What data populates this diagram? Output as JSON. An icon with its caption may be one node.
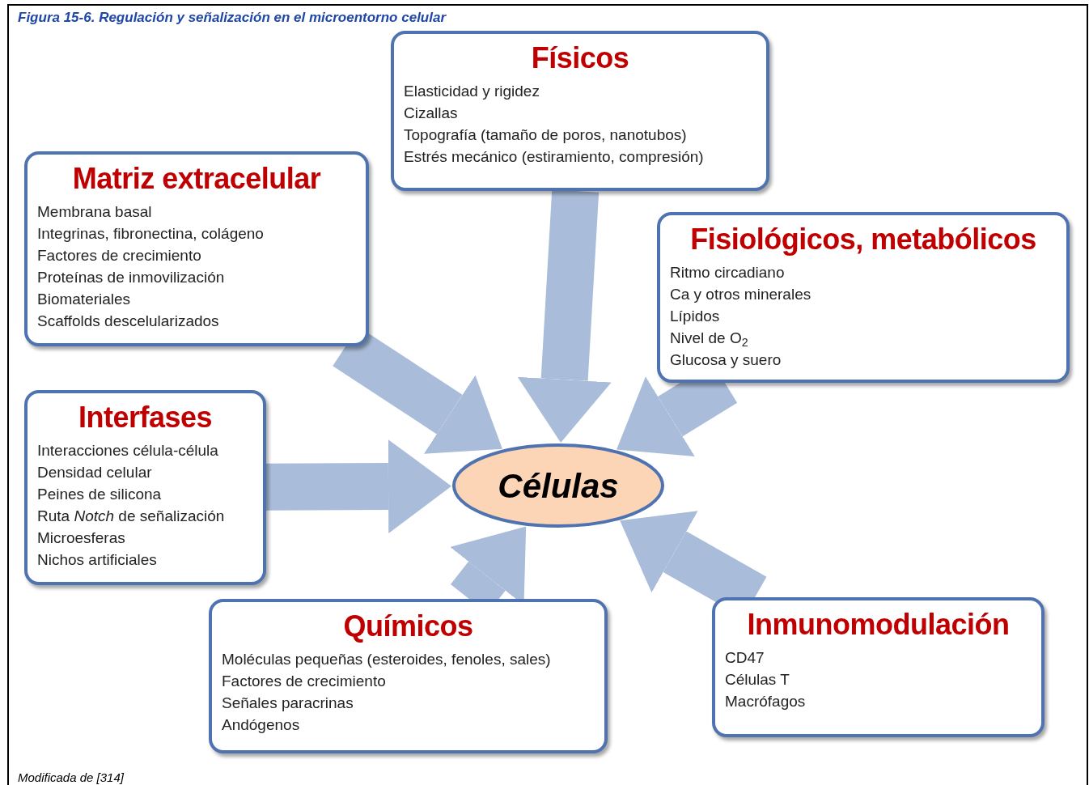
{
  "diagram": {
    "title": "Figura 15-6. Regulación y señalización en el microentorno celular",
    "caption": "Modificada de [314]",
    "nodes": [
      {
        "text": [
          "Físicos",
          "Elasticidad y rigidez",
          "Cizallas",
          "Topografía (tamaño de poros, nanotubos)",
          "Estrés mecánico (estiramiento, compresión)"
        ]
      },
      {
        "text": [
          "Matriz extracelular",
          "Membrana basal",
          "Integrinas, fibronectina, colágeno",
          "Factores de crecimiento",
          "Proteínas de inmovilización",
          "Biomateriales",
          "Scaffolds descelularizados"
        ]
      },
      {
        "text": [
          "Fisiológicos, metabólicos",
          "Ritmo circadiano",
          "Ca y otros minerales",
          "Lípidos",
          "Nivel de O$_{2}$",
          "Glucosa y suero"
        ]
      },
      {
        "text": [
          "Interfases",
          "Interacciones célula-célula",
          "Densidad celular",
          "Peines de silicona",
          "Ruta *Notch* de señalización",
          "Microesferas",
          "Nichos artificiales"
        ]
      },
      {
        "text": [
          "Células"
        ]
      },
      {
        "text": [
          "Químicos",
          "Moléculas pequeñas (esteroides, fenoles, sales)",
          "Factores de crecimiento",
          "Señales paracrinas",
          "Andógenos"
        ]
      },
      {
        "text": [
          "Inmunomodulación",
          "CD47",
          "Células T",
          "Macrófagos"
        ]
      }
    ],
    "edges": [
      {
        "from": 0,
        "to": 4,
        "arrow": "to"
      },
      {
        "from": 1,
        "to": 4,
        "arrow": "to"
      },
      {
        "from": 2,
        "to": 4,
        "arrow": "to"
      },
      {
        "from": 3,
        "to": 4,
        "arrow": "to"
      },
      {
        "from": 5,
        "to": 4,
        "arrow": "to"
      },
      {
        "from": 6,
        "to": 4,
        "arrow": "to"
      }
    ]
  }
}
